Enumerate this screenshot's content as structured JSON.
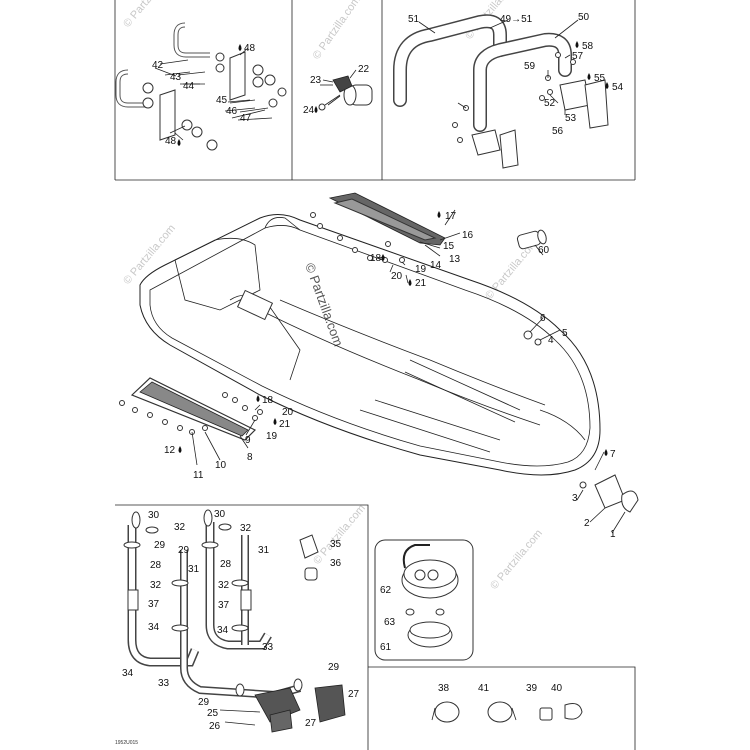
{
  "watermark": "© Partzilla.com",
  "reference_code": "1952U015",
  "callouts": {
    "c1": "1",
    "c2": "2",
    "c3": "3",
    "c4": "4",
    "c5": "5",
    "c6": "6",
    "c7": "7",
    "c8": "8",
    "c9": "9",
    "c10": "10",
    "c11": "11",
    "c12": "12",
    "c13": "13",
    "c14": "14",
    "c15": "15",
    "c16": "16",
    "c17": "17",
    "c18": "18",
    "c18b": "18",
    "c19": "19",
    "c19b": "19",
    "c20": "20",
    "c20b": "20",
    "c21": "21",
    "c21b": "21",
    "c22": "22",
    "c23": "23",
    "c24": "24",
    "c25": "25",
    "c26": "26",
    "c27": "27",
    "c27b": "27",
    "c28": "28",
    "c28b": "28",
    "c29": "29",
    "c29b": "29",
    "c29c": "29",
    "c29d": "29",
    "c30": "30",
    "c30b": "30",
    "c31": "31",
    "c31b": "31",
    "c32": "32",
    "c32b": "32",
    "c32c": "32",
    "c32d": "32",
    "c33": "33",
    "c33b": "33",
    "c34": "34",
    "c34b": "34",
    "c34c": "34",
    "c35": "35",
    "c36": "36",
    "c37": "37",
    "c37b": "37",
    "c38": "38",
    "c39": "39",
    "c40": "40",
    "c41": "41",
    "c42": "42",
    "c43": "43",
    "c44": "44",
    "c45": "45",
    "c46": "46",
    "c47": "47",
    "c48": "48",
    "c48b": "48",
    "c49": "49→51",
    "c50": "50",
    "c51": "51",
    "c52": "52",
    "c53": "53",
    "c54": "54",
    "c55": "55",
    "c56": "56",
    "c57": "57",
    "c58": "58",
    "c59": "59",
    "c60": "60",
    "c61": "61",
    "c62": "62",
    "c63": "63"
  }
}
